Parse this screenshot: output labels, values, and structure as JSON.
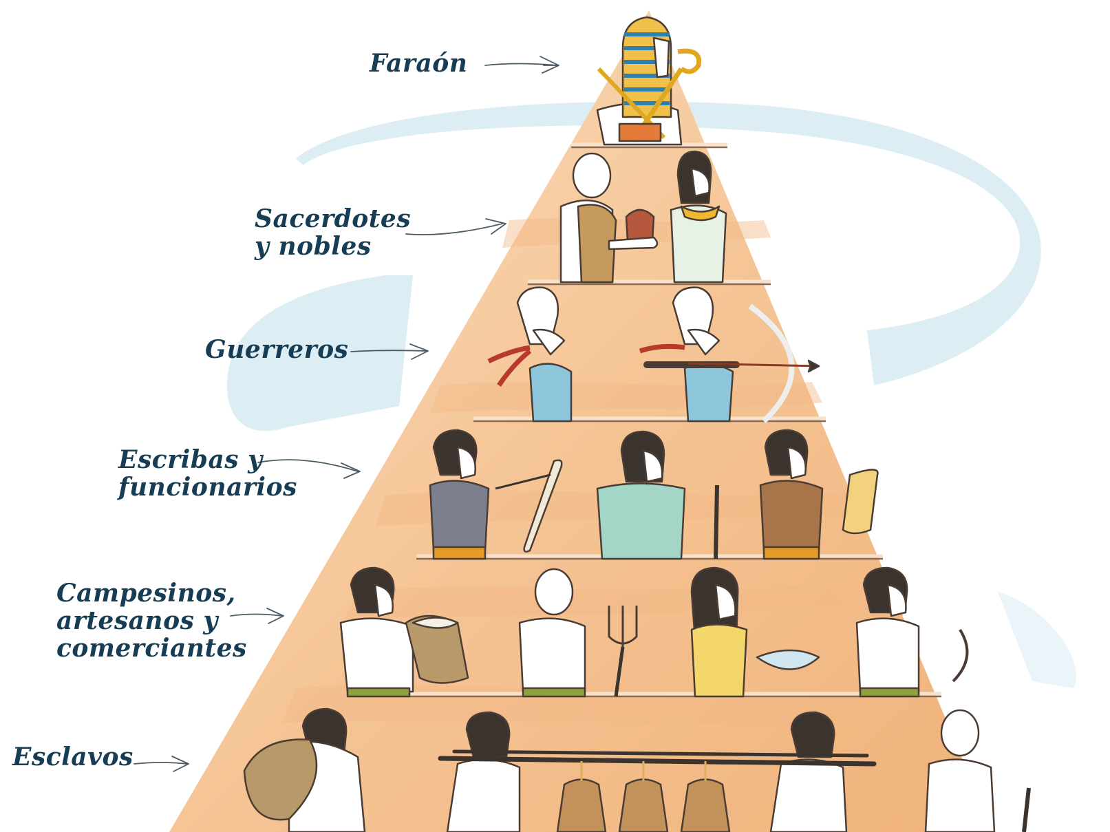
{
  "diagram": {
    "levels": [
      {
        "id": "pharaoh",
        "lines": [
          "Faraón"
        ]
      },
      {
        "id": "priests",
        "lines": [
          "Sacerdotes",
          "y nobles"
        ]
      },
      {
        "id": "warriors",
        "lines": [
          "Guerreros"
        ]
      },
      {
        "id": "scribes",
        "lines": [
          "Escribas y",
          "funcionarios"
        ]
      },
      {
        "id": "peasants",
        "lines": [
          "Campesinos,",
          "artesanos y",
          "comerciantes"
        ]
      },
      {
        "id": "slaves",
        "lines": [
          "Esclavos"
        ]
      }
    ]
  },
  "colors": {
    "label": "#173d55",
    "pyramid_light": "#f7d3ae",
    "pyramid_dark": "#eea86a",
    "river": "#cfe6f0",
    "skin_outline": "#4a3c33",
    "hair": "#3b332d"
  }
}
